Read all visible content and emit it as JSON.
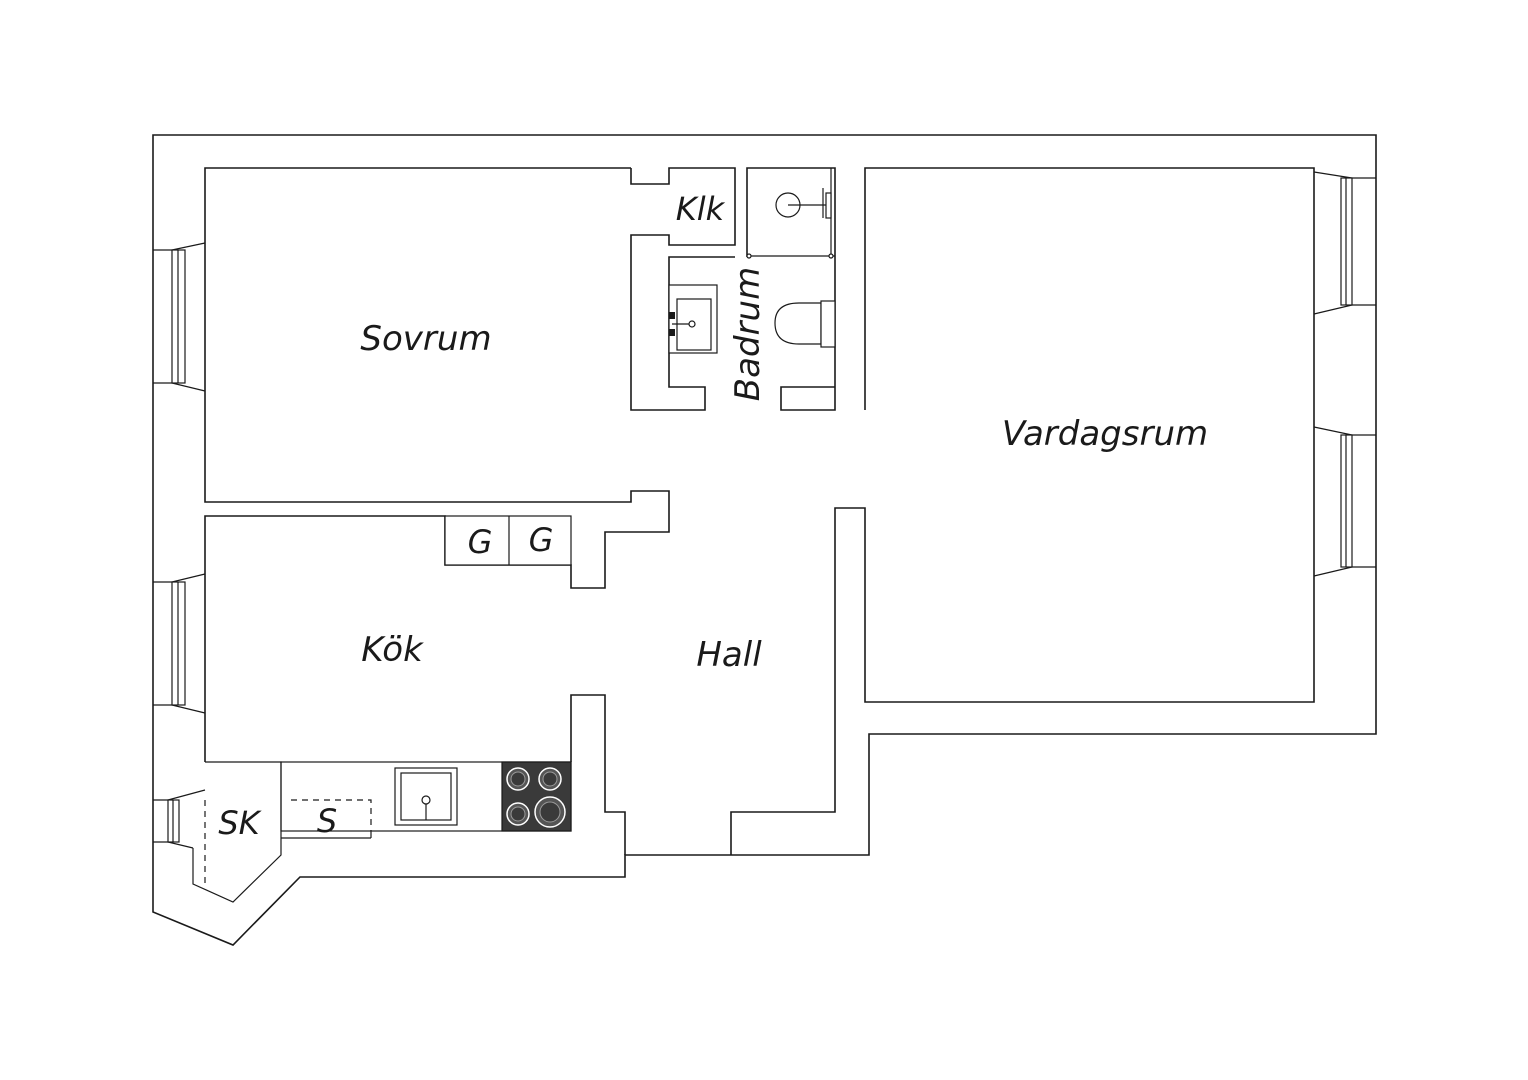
{
  "floor_plan": {
    "rooms": {
      "sovrum": "Sovrum",
      "klk": "Klk",
      "badrum": "Badrum",
      "vardagsrum": "Vardagsrum",
      "kok": "Kök",
      "hall": "Hall",
      "garderob_1": "G",
      "garderob_2": "G",
      "skafferi": "SK",
      "skap": "S"
    },
    "colors": {
      "line": "#1a1a1a",
      "stove": "#3a3a3a",
      "background": "#ffffff"
    },
    "fixtures": [
      "sink-icon",
      "shower-icon",
      "toilet-icon",
      "kitchen-sink-icon",
      "stove-icon",
      "window-icon"
    ]
  }
}
